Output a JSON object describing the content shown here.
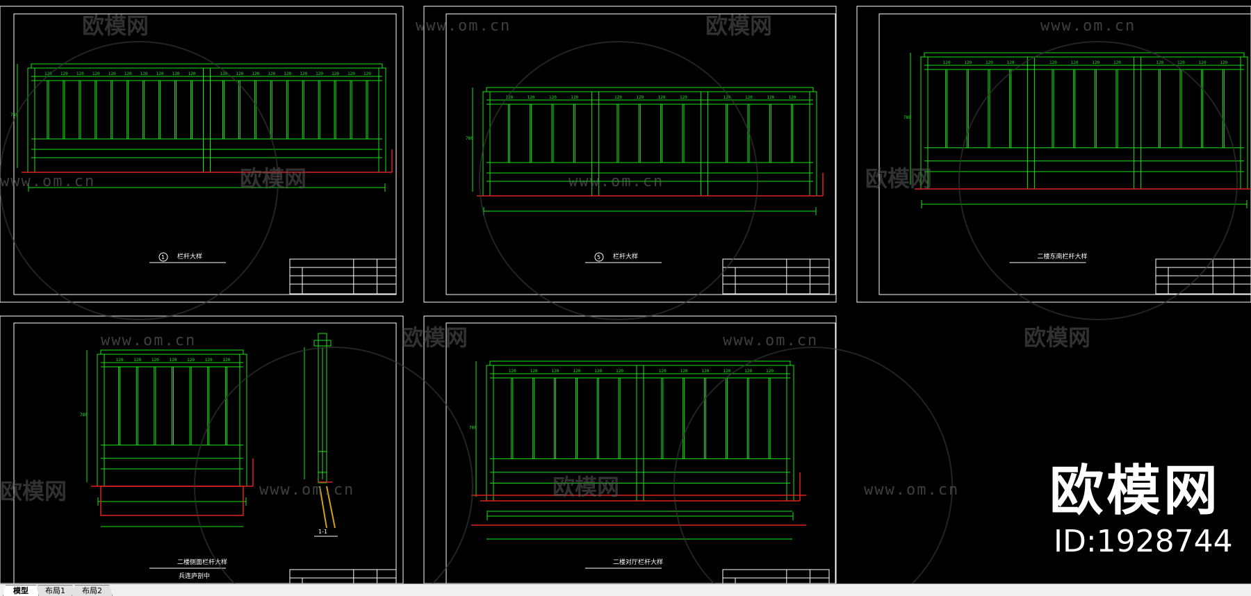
{
  "watermark": {
    "brand": "欧模网",
    "url": "www.om.cn"
  },
  "brand_overlay": {
    "name": "欧模网",
    "id": "ID:1928744"
  },
  "tabs": [
    {
      "label": "模型",
      "active": true
    },
    {
      "label": "布局1",
      "active": false
    },
    {
      "label": "布局2",
      "active": false
    }
  ],
  "sheets": [
    {
      "title": "栏杆大样",
      "num": "1",
      "sub": ""
    },
    {
      "title": "栏杆大样",
      "num": "5",
      "sub": ""
    },
    {
      "title": "二楼东南栏杆大样",
      "num": "",
      "sub": ""
    },
    {
      "title": "二楼侧面栏杆大样",
      "num": "",
      "sub": "兵连庐剖中"
    },
    {
      "title": "二楼对厅栏杆大样",
      "num": "",
      "sub": ""
    }
  ],
  "section_label": "1-1",
  "colors": {
    "frame": "#ffffff",
    "rail": "#19e619",
    "base": "#e02020",
    "annot": "#00e5e5"
  }
}
